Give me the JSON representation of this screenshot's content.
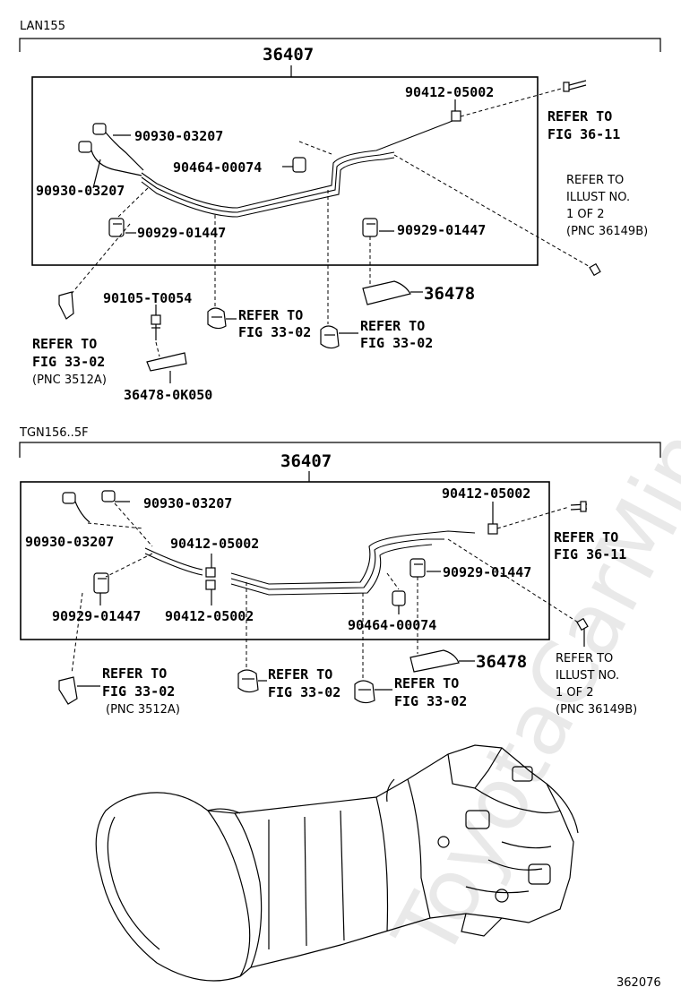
{
  "watermark": "ToyotaCarMine.ru",
  "figure_number": "362076",
  "section_a": {
    "model": "LAN155",
    "assembly": "36407",
    "labels": {
      "connector_top": "90412-05002",
      "refer_36_11_a": "REFER TO",
      "refer_36_11_b": "FIG 36-11",
      "sensor_1": "90930-03207",
      "sensor_2": "90930-03207",
      "clamp_1": "90464-00074",
      "refer_illust_a": "REFER TO",
      "refer_illust_b": "ILLUST NO.",
      "refer_illust_c": "1 OF 2",
      "refer_illust_d": "(PNC 36149B)",
      "clip_left": "90929-01447",
      "clip_right": "90929-01447",
      "bracket": "36478",
      "bolt": "90105-T0054",
      "refer_33_02_clamp_a": "REFER TO",
      "refer_33_02_clamp_b": "FIG 33-02",
      "refer_33_02_mid_a": "REFER TO",
      "refer_33_02_mid_b": "FIG 33-02",
      "refer_33_02_left_a": "REFER TO",
      "refer_33_02_left_b": "FIG 33-02",
      "refer_33_02_left_c": "(PNC 3512A)",
      "bracket_bottom": "36478-0K050"
    }
  },
  "section_b": {
    "model": "TGN156..5F",
    "assembly": "36407",
    "labels": {
      "sensor_1": "90930-03207",
      "sensor_2": "90930-03207",
      "connector_top": "90412-05002",
      "refer_36_11_a": "REFER TO",
      "refer_36_11_b": "FIG 36-11",
      "connector_mid": "90412-05002",
      "clip_right": "90929-01447",
      "clip_left": "90929-01447",
      "connector_low": "90412-05002",
      "clamp_1": "90464-00074",
      "refer_illust_a": "REFER TO",
      "refer_illust_b": "ILLUST NO.",
      "refer_illust_c": "1 OF 2",
      "refer_illust_d": "(PNC 36149B)",
      "bracket": "36478",
      "refer_33_02_left_a": "REFER TO",
      "refer_33_02_left_b": "FIG 33-02",
      "refer_33_02_left_c": "(PNC 3512A)",
      "refer_33_02_clamp_a": "REFER TO",
      "refer_33_02_clamp_b": "FIG 33-02",
      "refer_33_02_mid_a": "REFER TO",
      "refer_33_02_mid_b": "FIG 33-02"
    }
  }
}
